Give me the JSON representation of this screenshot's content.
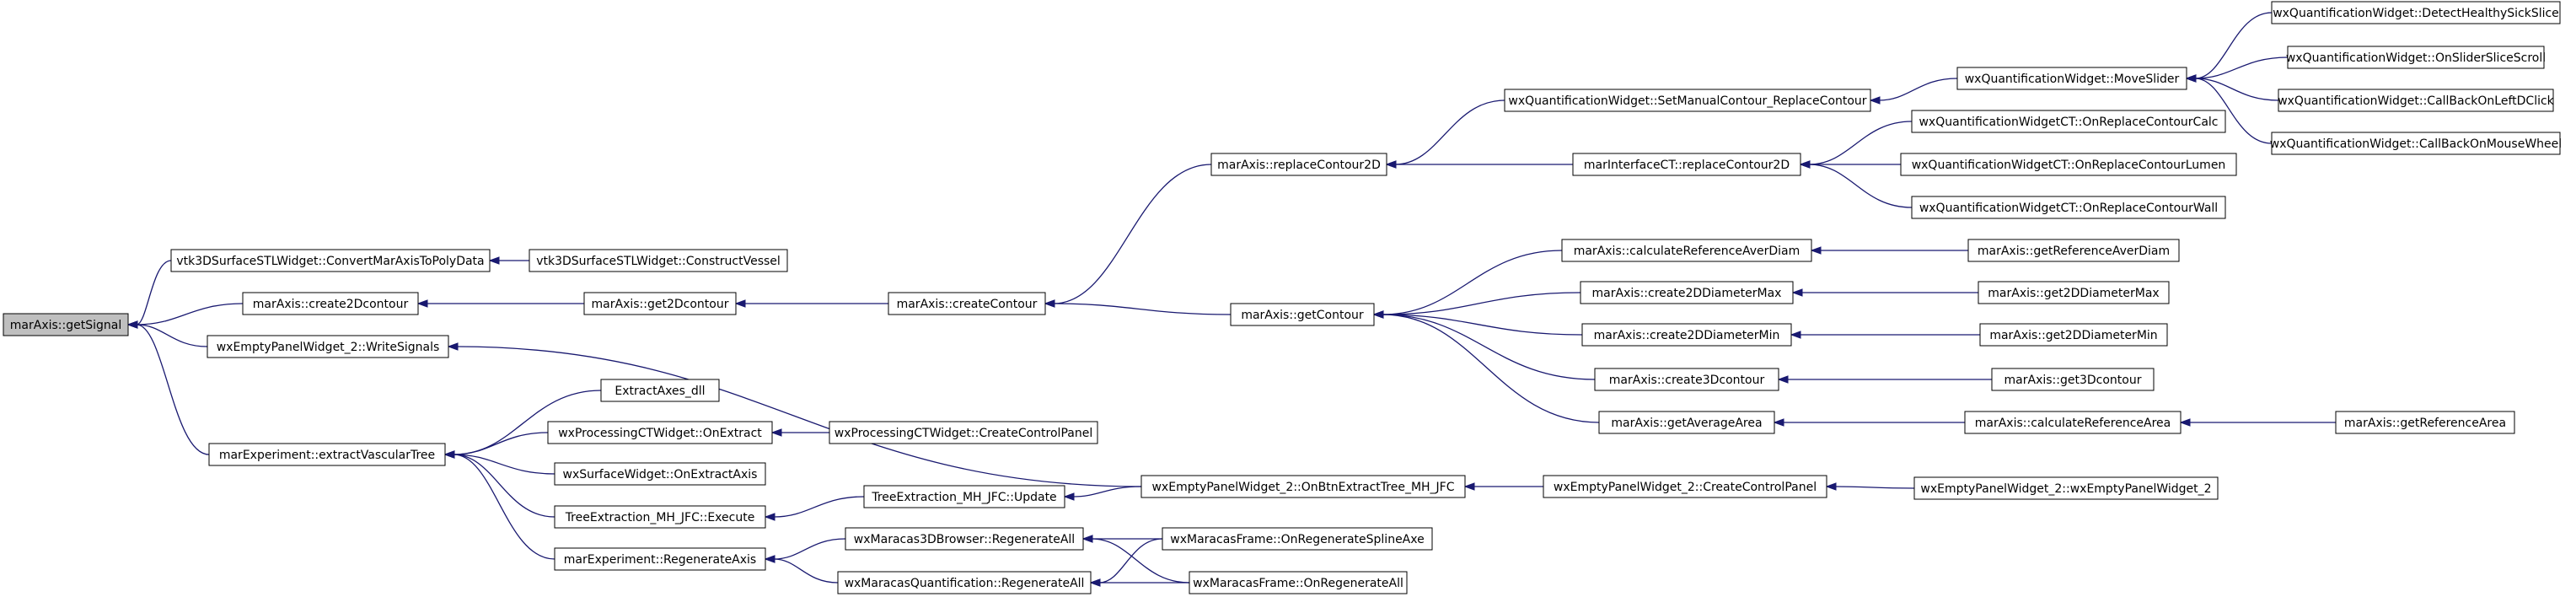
{
  "nodes": [
    {
      "id": "n0",
      "label": "marAxis::getSignal",
      "root": true
    },
    {
      "id": "n1",
      "label": "vtk3DSurfaceSTLWidget::ConvertMarAxisToPolyData"
    },
    {
      "id": "n2",
      "label": "vtk3DSurfaceSTLWidget::ConstructVessel"
    },
    {
      "id": "n3",
      "label": "marAxis::create2Dcontour"
    },
    {
      "id": "n4",
      "label": "marAxis::get2Dcontour"
    },
    {
      "id": "n5",
      "label": "marAxis::createContour"
    },
    {
      "id": "n6",
      "label": "marAxis::replaceContour2D"
    },
    {
      "id": "n7",
      "label": "wxQuantificationWidget::SetManualContour_ReplaceContour"
    },
    {
      "id": "n8",
      "label": "wxQuantificationWidget::MoveSlider"
    },
    {
      "id": "n9",
      "label": "wxQuantificationWidget::DetectHealthySickSlice"
    },
    {
      "id": "n10",
      "label": "wxQuantificationWidget::OnSliderSliceScroll"
    },
    {
      "id": "n11",
      "label": "wxQuantificationWidget::CallBackOnLeftDClick"
    },
    {
      "id": "n12",
      "label": "wxQuantificationWidget::CallBackOnMouseWheel"
    },
    {
      "id": "n13",
      "label": "marInterfaceCT::replaceContour2D"
    },
    {
      "id": "n14",
      "label": "wxQuantificationWidgetCT::OnReplaceContourCalc"
    },
    {
      "id": "n15",
      "label": "wxQuantificationWidgetCT::OnReplaceContourLumen"
    },
    {
      "id": "n16",
      "label": "wxQuantificationWidgetCT::OnReplaceContourWall"
    },
    {
      "id": "n17",
      "label": "marAxis::getContour"
    },
    {
      "id": "n18",
      "label": "marAxis::calculateReferenceAverDiam"
    },
    {
      "id": "n19",
      "label": "marAxis::getReferenceAverDiam"
    },
    {
      "id": "n20",
      "label": "marAxis::create2DDiameterMax"
    },
    {
      "id": "n21",
      "label": "marAxis::get2DDiameterMax"
    },
    {
      "id": "n22",
      "label": "marAxis::create2DDiameterMin"
    },
    {
      "id": "n23",
      "label": "marAxis::get2DDiameterMin"
    },
    {
      "id": "n24",
      "label": "marAxis::create3Dcontour"
    },
    {
      "id": "n25",
      "label": "marAxis::get3Dcontour"
    },
    {
      "id": "n26",
      "label": "marAxis::getAverageArea"
    },
    {
      "id": "n27",
      "label": "marAxis::calculateReferenceArea"
    },
    {
      "id": "n28",
      "label": "marAxis::getReferenceArea"
    },
    {
      "id": "n29",
      "label": "wxEmptyPanelWidget_2::WriteSignals"
    },
    {
      "id": "n30",
      "label": "wxEmptyPanelWidget_2::OnBtnExtractTree_MH_JFC"
    },
    {
      "id": "n31",
      "label": "wxEmptyPanelWidget_2::CreateControlPanel"
    },
    {
      "id": "n32",
      "label": "wxEmptyPanelWidget_2::wxEmptyPanelWidget_2"
    },
    {
      "id": "n33",
      "label": "marExperiment::extractVascularTree"
    },
    {
      "id": "n34",
      "label": "ExtractAxes_dll"
    },
    {
      "id": "n35",
      "label": "wxProcessingCTWidget::OnExtract"
    },
    {
      "id": "n36",
      "label": "wxProcessingCTWidget::CreateControlPanel"
    },
    {
      "id": "n37",
      "label": "wxSurfaceWidget::OnExtractAxis"
    },
    {
      "id": "n38",
      "label": "TreeExtraction_MH_JFC::Execute"
    },
    {
      "id": "n39",
      "label": "TreeExtraction_MH_JFC::Update"
    },
    {
      "id": "n40",
      "label": "marExperiment::RegenerateAxis"
    },
    {
      "id": "n41",
      "label": "wxMaracas3DBrowser::RegenerateAll"
    },
    {
      "id": "n42",
      "label": "wxMaracasQuantification::RegenerateAll"
    },
    {
      "id": "n43",
      "label": "wxMaracasFrame::OnRegenerateSplineAxe"
    },
    {
      "id": "n44",
      "label": "wxMaracasFrame::OnRegenerateAll"
    }
  ],
  "edges": [
    [
      "n0",
      "n1"
    ],
    [
      "n1",
      "n2"
    ],
    [
      "n0",
      "n3"
    ],
    [
      "n3",
      "n4"
    ],
    [
      "n4",
      "n5"
    ],
    [
      "n5",
      "n6"
    ],
    [
      "n6",
      "n7"
    ],
    [
      "n7",
      "n8"
    ],
    [
      "n8",
      "n9"
    ],
    [
      "n8",
      "n10"
    ],
    [
      "n8",
      "n11"
    ],
    [
      "n8",
      "n12"
    ],
    [
      "n6",
      "n13"
    ],
    [
      "n13",
      "n14"
    ],
    [
      "n13",
      "n15"
    ],
    [
      "n13",
      "n16"
    ],
    [
      "n5",
      "n17"
    ],
    [
      "n17",
      "n18"
    ],
    [
      "n18",
      "n19"
    ],
    [
      "n17",
      "n20"
    ],
    [
      "n20",
      "n21"
    ],
    [
      "n17",
      "n22"
    ],
    [
      "n22",
      "n23"
    ],
    [
      "n17",
      "n24"
    ],
    [
      "n24",
      "n25"
    ],
    [
      "n17",
      "n26"
    ],
    [
      "n26",
      "n27"
    ],
    [
      "n27",
      "n28"
    ],
    [
      "n0",
      "n29"
    ],
    [
      "n29",
      "n30"
    ],
    [
      "n30",
      "n31"
    ],
    [
      "n31",
      "n32"
    ],
    [
      "n0",
      "n33"
    ],
    [
      "n33",
      "n34"
    ],
    [
      "n33",
      "n35"
    ],
    [
      "n35",
      "n36"
    ],
    [
      "n33",
      "n37"
    ],
    [
      "n33",
      "n38"
    ],
    [
      "n38",
      "n39"
    ],
    [
      "n39",
      "n30"
    ],
    [
      "n33",
      "n40"
    ],
    [
      "n40",
      "n41"
    ],
    [
      "n40",
      "n42"
    ],
    [
      "n41",
      "n43"
    ],
    [
      "n41",
      "n44"
    ],
    [
      "n42",
      "n43"
    ],
    [
      "n42",
      "n44"
    ]
  ],
  "colors": {
    "edge": "#191970",
    "root_fill": "#bfbfbf",
    "node_fill": "#ffffff",
    "node_border": "#000000"
  }
}
